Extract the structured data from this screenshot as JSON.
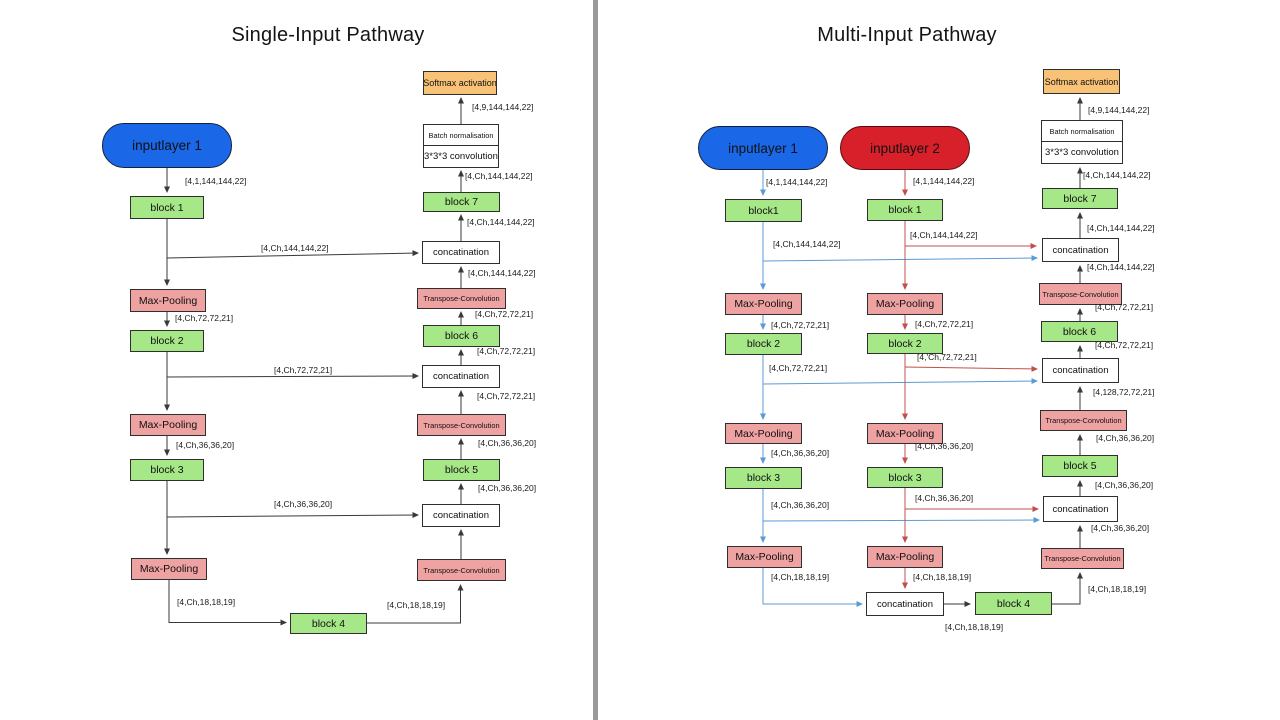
{
  "accent_colors": {
    "input1_blue": "#1a68e8",
    "input2_red": "#d8202a",
    "block_green": "#a6e787",
    "pooling_pink": "#efa2a2",
    "softmax_orange": "#f9c377",
    "edge_blue": "#5b9bd5",
    "edge_red": "#c0504d",
    "edge_black": "#3a3a3a",
    "divider_gray": "#9a9a9a"
  },
  "left_panel": {
    "title": "Single-Input Pathway",
    "nodes": {
      "input1": "inputlayer 1",
      "block1": "block 1",
      "mp1": "Max-Pooling",
      "block2": "block 2",
      "mp2": "Max-Pooling",
      "block3": "block 3",
      "mp3": "Max-Pooling",
      "block4": "block 4",
      "tc_bot": "Transpose-Convolution",
      "concat_bot": "concatination",
      "block5": "block 5",
      "tc_mid": "Transpose-Convolution",
      "concat_mid": "concatination",
      "block6": "block 6",
      "tc_top": "Transpose-Convolution",
      "concat_top": "concatination",
      "block7": "block 7",
      "batch_norm": "Batch normalisation",
      "conv": "3*3*3 convolution",
      "softmax": "Softmax activation"
    },
    "edge_labels": {
      "e1": "[4,1,144,144,22]",
      "e2": "[4,Ch,144,144,22]",
      "e3": "[4,Ch,72,72,21]",
      "e4": "[4,Ch,72,72,21]",
      "e5": "[4,Ch,36,36,20]",
      "e6": "[4,Ch,36,36,20]",
      "e7": "[4,Ch,18,18,19]",
      "e8": "[4,Ch,18,18,19]",
      "e9": "[4,Ch,36,36,20]",
      "e10": "[4,Ch,36,36,20]",
      "e11": "[4,Ch,72,72,21]",
      "e12": "[4,Ch,72,72,21]",
      "e13": "[4,Ch,72,72,21]",
      "e14": "[4,Ch,144,144,22]",
      "e15": "[4,Ch,144,144,22]",
      "e16": "[4,Ch,144,144,22]",
      "e17": "[4,9,144,144,22]"
    }
  },
  "right_panel": {
    "title": "Multi-Input Pathway",
    "nodes": {
      "input1": "inputlayer 1",
      "input2": "inputlayer 2",
      "blockA1": "block1",
      "blockB1": "block 1",
      "mpA1": "Max-Pooling",
      "mpB1": "Max-Pooling",
      "blockA2": "block 2",
      "blockB2": "block 2",
      "mpA2": "Max-Pooling",
      "mpB2": "Max-Pooling",
      "blockA3": "block 3",
      "blockB3": "block 3",
      "mpA3": "Max-Pooling",
      "mpB3": "Max-Pooling",
      "concat_c": "concatination",
      "block4": "block 4",
      "tc_bot": "Transpose-Convolution",
      "concat3": "concatination",
      "block5": "block 5",
      "tc2": "Transpose-Convolution",
      "concat2": "concatination",
      "block6": "block 6",
      "tc1": "Transpose-Convolution",
      "concat1": "concatination",
      "block7": "block 7",
      "batch_norm": "Batch normalisation",
      "conv": "3*3*3 convolution",
      "softmax": "Softmax activation"
    },
    "edge_labels": {
      "r1": "[4,1,144,144,22]",
      "r2": "[4,1,144,144,22]",
      "r3": "[4,Ch,144,144,22]",
      "r4": "[4,Ch,144,144,22]",
      "r5": "[4,Ch,72,72,21]",
      "r6": "[4,Ch,72,72,21]",
      "r7": "[4,Ch,72,72,21]",
      "r8": "[4,'Ch,72,72,21]",
      "r9": "[4,Ch,36,36,20]",
      "r10": "[4,Ch,36,36,20]",
      "r11": "[4,Ch,36,36,20]",
      "r12": "[4,Ch,36,36,20]",
      "r13": "[4,Ch,18,18,19]",
      "r14": "[4,Ch,18,18,19]",
      "r15": "[4,Ch,18,18,19]",
      "r16": "[4,Ch,18,18,19]",
      "r17": "[4,Ch,36,36,20]",
      "r18": "[4,Ch,36,36,20]",
      "r19": "[4,Ch,36,36,20]",
      "r20": "[4,128,72,72,21]",
      "r21": "[4,Ch,72,72,21]",
      "r22": "[4,Ch,72,72,21]",
      "r23": "[4,Ch,144,144,22]",
      "r24": "[4,Ch,144,144,22]",
      "r25": "[4,Ch,144,144,22]",
      "r26": "[4,9,144,144,22]"
    }
  }
}
